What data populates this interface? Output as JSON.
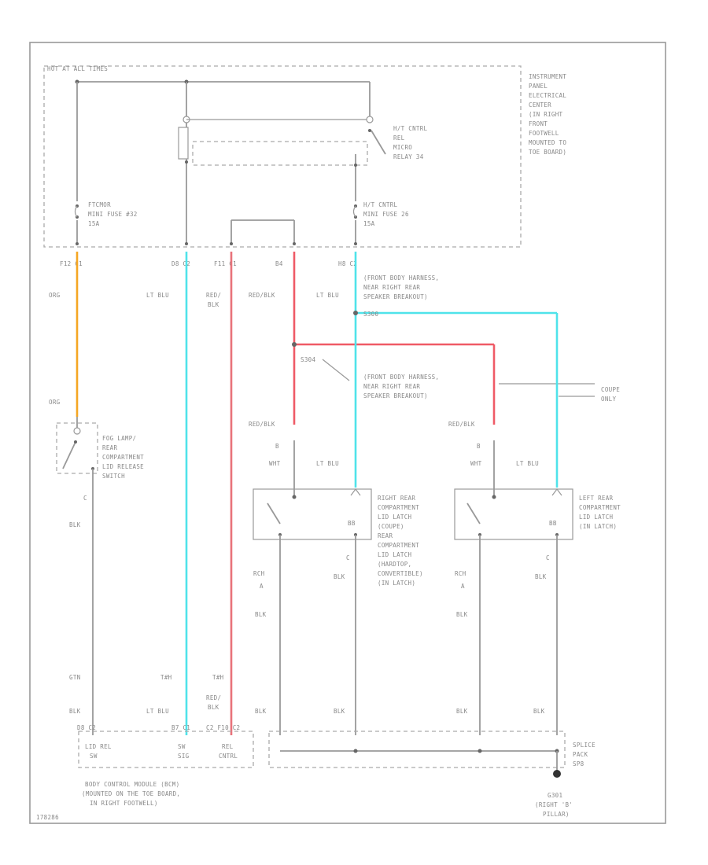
{
  "colors": {
    "frame": "#999999",
    "wire_gray": "#999999",
    "orange": "#f5a623",
    "light_blue": "#4fe3ea",
    "red_blk": "#e8727a",
    "red_wht": "#ef5a66"
  },
  "ipec": {
    "hot_label": "HOT AT ALL TIMES",
    "title_lines": [
      "INSTRUMENT",
      "PANEL",
      "ELECTRICAL",
      "CENTER",
      "(IN RIGHT",
      "FRONT",
      "FOOTWELL",
      "MOUNTED TO",
      "TOE BOARD)"
    ]
  },
  "relay": {
    "lines": [
      "H/T CNTRL",
      "REL",
      "MICRO",
      "RELAY 34"
    ]
  },
  "fuse_left": {
    "lines": [
      "FTCMOR",
      "MINI FUSE #32",
      "15A"
    ]
  },
  "fuse_right": {
    "lines": [
      "H/T CNTRL",
      "MINI FUSE 26",
      "15A"
    ]
  },
  "connectors": {
    "c1": "F12  C1",
    "c2": "D8  C2",
    "c3": "F11  C1",
    "c4": "B4",
    "c5": "H8  C2"
  },
  "wires": {
    "org_top": "ORG",
    "org_bot": "ORG",
    "ltblu_left": "LT BLU",
    "red_blk_1": "RED/",
    "red_blk_2": "BLK",
    "red_wht_top": "RED/BLK",
    "ltblu_mid": "LT BLU",
    "red_wht_mid": "RED/BLK",
    "red_wht_right": "RED/BLK",
    "ltblu_center_sw": "LT BLU",
    "ltblu_right_sw": "LT BLU",
    "wht_center": "WHT",
    "wht_right": "WHT",
    "blk_left": "BLK",
    "blk_center_low": "BLK",
    "blk_right_low": "BLK",
    "blk_center_wht": "BLK",
    "blk_right_wht": "BLK",
    "blk_center_pin": "BLK",
    "blk_right_pin": "BLK",
    "blk_bot_1": "BLK",
    "blk_bot_2": "LT BLU",
    "blk_bot_3a": "RED/",
    "blk_bot_3b": "BLK",
    "blk_bot_4": "BLK",
    "blk_bot_5": "BLK",
    "blk_bot_6": "BLK",
    "blk_bot_7": "BLK"
  },
  "pins": {
    "p_center_b": "B",
    "p_right_b": "B",
    "p_center_a": "A",
    "p_right_a": "A",
    "p_left_c": "C",
    "p_center_c": "C",
    "p_right_c": "C"
  },
  "splices": {
    "s200": "S300",
    "s_front1": [
      "(FRONT BODY HARNESS,",
      "NEAR RIGHT REAR",
      "SPEAKER BREAKOUT)"
    ],
    "s_front2": [
      "(FRONT BODY HARNESS,",
      "NEAR RIGHT REAR",
      "SPEAKER BREAKOUT)"
    ],
    "s_mid": "S304",
    "coupe": [
      "COUPE",
      "ONLY"
    ]
  },
  "switches": {
    "lid_release": [
      "FOG LAMP/",
      "REAR",
      "COMPARTMENT",
      "LID RELEASE",
      "SWITCH"
    ],
    "right_latch": [
      "RIGHT REAR",
      "COMPARTMENT",
      "LID LATCH",
      "(COUPE)",
      "REAR",
      "COMPARTMENT",
      "LID LATCH",
      "(HARDTOP,",
      "CONVERTIBLE)",
      "(IN LATCH)"
    ],
    "left_latch": [
      "LEFT REAR",
      "COMPARTMENT",
      "LID LATCH",
      "(IN LATCH)"
    ]
  },
  "splice_pack": [
    "SPLICE",
    "PACK",
    "SP8"
  ],
  "ground": {
    "lines": [
      "G301",
      "(RIGHT 'B'",
      "PILLAR)"
    ]
  },
  "bcm": {
    "pins": [
      "D8  C2",
      "B7 C1",
      "C2 F10 C2"
    ],
    "labels": [
      [
        "LID REL",
        "SW"
      ],
      [
        "SW",
        "SIG"
      ],
      [
        "REL",
        "CNTRL"
      ]
    ],
    "title": [
      "BODY CONTROL MODULE (BCM)",
      "(MOUNTED ON THE TOE BOARD,",
      "IN RIGHT FOOTWELL)"
    ]
  },
  "conn_ids": {
    "left": "GTN",
    "mid1": "T#H",
    "mid2": "T#H"
  },
  "diagram_id": "178286"
}
